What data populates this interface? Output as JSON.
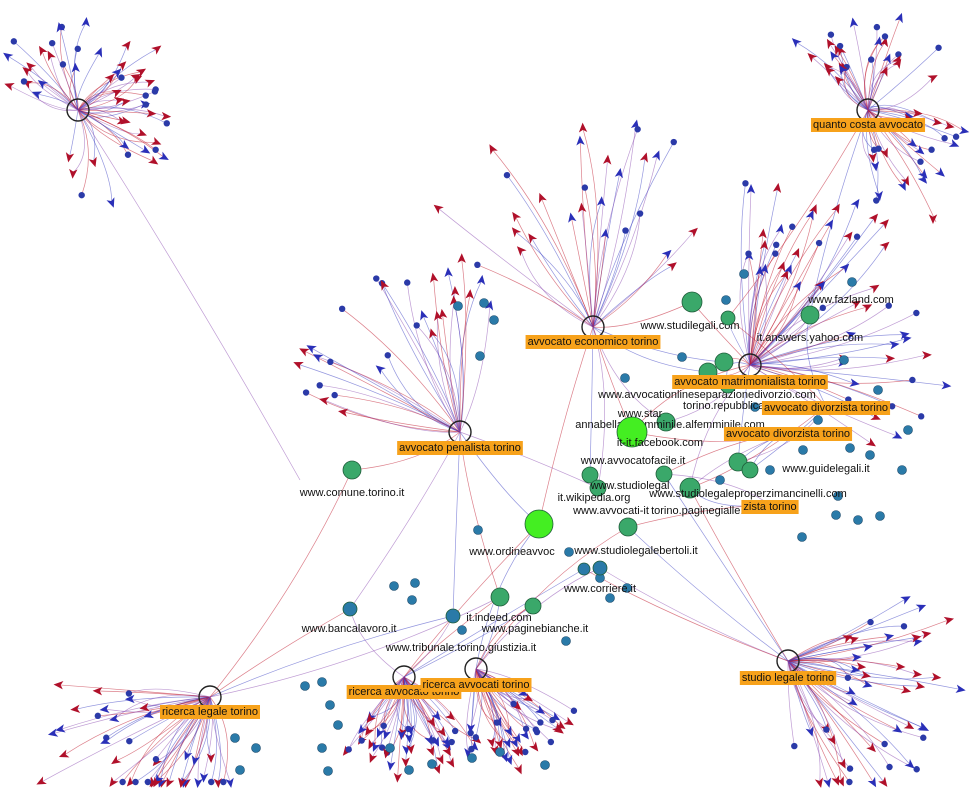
{
  "graph": {
    "colors": {
      "edge_red": "#c0152a",
      "edge_blue": "#3a3fc2",
      "edge_purple": "#8a4ab0",
      "arrow_red": "#b0102a",
      "arrow_blue": "#2a2fb8",
      "leaf_blue": "#2b3aa8",
      "hub_label_bg": "#f7a21b",
      "site_node": "#3aa86a",
      "site_node_big": "#44ee22",
      "site_node_small": "#2a7aa8"
    },
    "hubs": [
      {
        "id": "h0",
        "label": ""
      },
      {
        "id": "h1",
        "label": "quanto costa avvocato"
      },
      {
        "id": "h2",
        "label": "avvocato economico torino"
      },
      {
        "id": "h3",
        "label": "avvocato penalista torino"
      },
      {
        "id": "h4",
        "label": "avvocato matrimonialista torino"
      },
      {
        "id": "h5",
        "label": "avvocato divorzista torino"
      },
      {
        "id": "h6",
        "label": "avvocato divorzista torino"
      },
      {
        "id": "h7",
        "label": "studio legale torino"
      },
      {
        "id": "h8",
        "label": "ricerca legale torino"
      },
      {
        "id": "h9",
        "label": "ricerca avvocato torino"
      },
      {
        "id": "h10",
        "label": "ricerca avvocati torino"
      },
      {
        "id": "h11",
        "label": "zista torino"
      }
    ],
    "sites": [
      {
        "id": "s1",
        "label": "www.studilegali.com"
      },
      {
        "id": "s2",
        "label": "it.answers.yahoo.com"
      },
      {
        "id": "s3",
        "label": "www.fazland.com"
      },
      {
        "id": "s4",
        "label": "www.avvocationlineseparazionedivorzio.com"
      },
      {
        "id": "s5",
        "label": "torino.repubblica.it"
      },
      {
        "id": "s6",
        "label": "annabella-alfemminile.alfemminile.com"
      },
      {
        "id": "s7",
        "label": "it-it.facebook.com"
      },
      {
        "id": "s8",
        "label": "www.avvocatofacile.it"
      },
      {
        "id": "s9",
        "label": "www.comune.torino.it"
      },
      {
        "id": "s10",
        "label": "www.guidelegali.it"
      },
      {
        "id": "s11",
        "label": "it.wikipedia.org"
      },
      {
        "id": "s12",
        "label": "www.studiolegaleproperzimancinelli.com"
      },
      {
        "id": "s13",
        "label": "www.avvocati-it"
      },
      {
        "id": "s14",
        "label": "torino.paginegialle.it"
      },
      {
        "id": "s15",
        "label": "www.ordineavvoc"
      },
      {
        "id": "s16",
        "label": "www.studiolegalebertoli.it"
      },
      {
        "id": "s17",
        "label": "www.corriere.it"
      },
      {
        "id": "s18",
        "label": "it.indeed.com"
      },
      {
        "id": "s19",
        "label": "www.bancalavoro.it"
      },
      {
        "id": "s20",
        "label": "www.paginebianche.it"
      },
      {
        "id": "s21",
        "label": "www.tribunale.torino.giustizia.it"
      },
      {
        "id": "s22",
        "label": "www.star"
      },
      {
        "id": "s23",
        "label": "www.studiolegal"
      }
    ]
  }
}
